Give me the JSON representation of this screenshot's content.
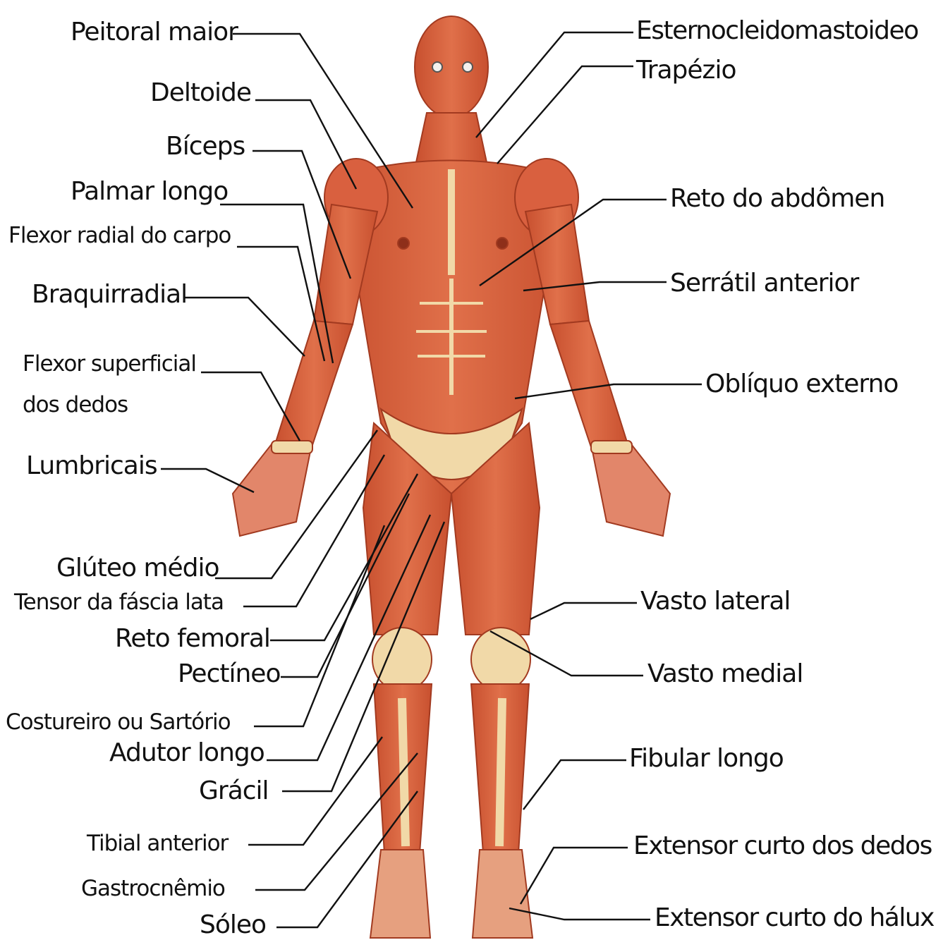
{
  "diagram": {
    "left_labels": [
      "Peitoral maior",
      "Deltoide",
      "Bíceps",
      "Palmar longo",
      "Flexor radial do carpo",
      "Braquirradial",
      "Flexor superficial",
      "dos dedos",
      "Lumbricais",
      "Glúteo médio",
      "Tensor da fáscia lata",
      "Reto femoral",
      "Pectíneo",
      "Costureiro ou Sartório",
      "Adutor longo",
      "Grácil",
      "Tibial anterior",
      "Gastrocnêmio",
      "Sóleo"
    ],
    "right_labels": [
      "Esternocleidomastoideo",
      "Trapézio",
      "Reto do abdômen",
      "Serrátil anterior",
      "Oblíquo externo",
      "Vasto lateral",
      "Vasto medial",
      "Fibular longo",
      "Extensor curto dos dedos",
      "Extensor curto do hálux"
    ]
  },
  "colors": {
    "muscle": "#d9603f",
    "muscle_dark": "#b84127",
    "muscle_light": "#e98461",
    "tendon": "#f1d9a8",
    "line": "#111111"
  }
}
